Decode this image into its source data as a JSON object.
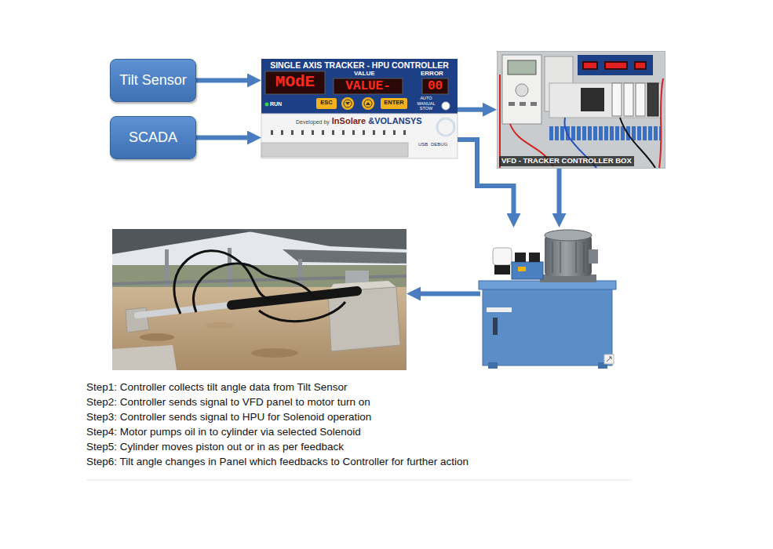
{
  "diagram": {
    "nodes": [
      {
        "text": [
          "Tilt Sensor"
        ]
      },
      {
        "text": [
          "SCADA"
        ]
      },
      {
        "text": [
          "SINGLE AXIS TRACKER - HPU CONTROLLER",
          "MOdE",
          "VALUE",
          "VALUE-",
          "ERROR",
          "00",
          "RUN",
          "ESC",
          "ENTER",
          "AUTO MANUAL STOW",
          "Developed by",
          "InSolare",
          "&VOLANSYS",
          "USB",
          "DEBUG"
        ]
      },
      {
        "text": [
          "VFD - TRACKER CONTROLLER BOX"
        ]
      },
      {
        "text": []
      },
      {
        "text": []
      }
    ],
    "edges": [
      {
        "from": 0,
        "to": 2,
        "arrow": "to"
      },
      {
        "from": 1,
        "to": 2,
        "arrow": "to"
      },
      {
        "from": 2,
        "to": 3,
        "arrow": "to"
      },
      {
        "from": 2,
        "to": 4,
        "arrow": "to"
      },
      {
        "from": 3,
        "to": 4,
        "arrow": "to"
      },
      {
        "from": 4,
        "to": 5,
        "arrow": "to"
      }
    ],
    "labels": [
      "Step1: Controller collects tilt angle data from Tilt Sensor",
      "Step2: Controller sends signal to VFD panel to motor turn on",
      "Step3: Controller sends signal to HPU for Solenoid operation",
      "Step4: Motor pumps oil in to cylinder via selected Solenoid",
      "Step5: Cylinder moves piston out or in as per feedback",
      "Step6: Tilt angle changes in Panel which feedbacks to Controller for further action"
    ]
  }
}
